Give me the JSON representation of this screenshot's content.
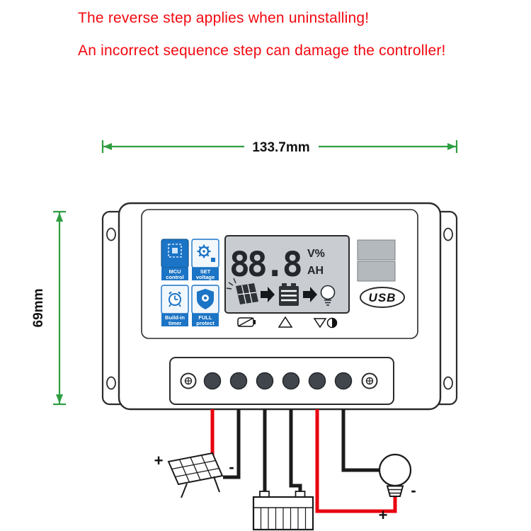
{
  "colors": {
    "warning_red": "#f40810",
    "dimension_green": "#2f9e41",
    "feature_blue": "#1b74c5",
    "wire_red": "#e8000d",
    "wire_black": "#1b1b1b",
    "lcd_gray": "#c9cdd1"
  },
  "warnings": {
    "line1": "The reverse step applies when uninstalling!",
    "line2": "An incorrect sequence step can damage the controller!"
  },
  "dimensions": {
    "width": "133.7mm",
    "height": "69mm"
  },
  "controller": {
    "lcd": {
      "reading": "88.8",
      "unit1": "V%",
      "unit2": "AH"
    },
    "feature_buttons": [
      {
        "id": "mcu-control",
        "icon": "mcu-chip-icon",
        "line1": "MCU",
        "line2": "control"
      },
      {
        "id": "set-voltage",
        "icon": "gear-icon",
        "line1": "SET",
        "line2": "voltage"
      },
      {
        "id": "build-in-timer",
        "icon": "alarm-clock-icon",
        "line1": "Build-in",
        "line2": "timer"
      },
      {
        "id": "full-protect",
        "icon": "shield-icon",
        "line1": "FULL",
        "line2": "protect"
      }
    ],
    "usb": "USB"
  },
  "wiring": {
    "solar_plus": "+",
    "solar_minus": "-",
    "lamp_minus": "-",
    "lamp_plus": "+"
  }
}
